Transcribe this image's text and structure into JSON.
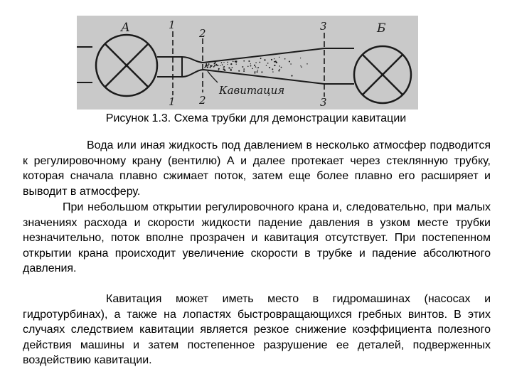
{
  "figure": {
    "labels": {
      "valve_a": "А",
      "valve_b": "Б",
      "section_1": "1",
      "section_2": "2",
      "section_3": "3",
      "cavitation": "Кавитация"
    },
    "colors": {
      "background": "#c9c9c9",
      "ink": "#1a1a1a"
    },
    "icons": [
      "valve-a-icon",
      "valve-b-icon"
    ]
  },
  "caption": "Рисунок 1.3. Схема трубки для демонстрации кавитации",
  "paragraphs": {
    "p1": "Вода или иная жидкость под давлением в несколько атмосфер подводится к регулировочному крану (вентилю) А и далее протекает через стеклянную трубку, которая сначала плавно сжимает поток, затем еще более плавно его расширяет и выводит в атмосферу.",
    "p2": "При небольшом открытии регулировочного крана и, следовательно, при малых значениях расхода и скорости жидкости падение давления в узком месте трубки незначительно, поток вполне прозрачен и кавитация отсутствует. При постепенном открытии крана происходит увеличение скорости в трубке и падение абсолютного давления.",
    "p3": "Кавитация может иметь место в гидромашинах (насосах и гидротурбинах), а также на лопастях быстровращающихся гребных винтов. В этих случаях следствием кавитации является резкое снижение коэффициента полезного действия машины и затем постепенное разрушение ее деталей, подверженных воздействию кавитации."
  }
}
